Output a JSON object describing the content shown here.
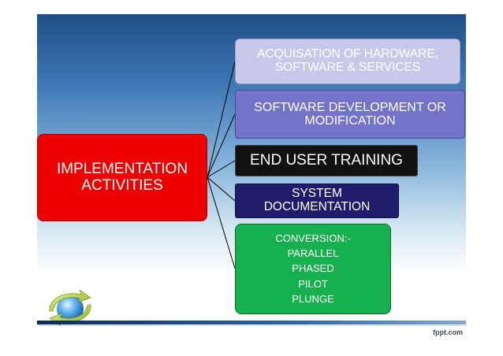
{
  "main": {
    "label": "IMPLEMENTATION ACTIVITIES"
  },
  "branches": [
    {
      "label": "ACQUISATION OF HARDWARE, SOFTWARE & SERVICES"
    },
    {
      "label": "SOFTWARE DEVELOPMENT OR MODIFICATION"
    },
    {
      "label": "END USER TRAINING"
    },
    {
      "label": "SYSTEM DOCUMENTATION"
    }
  ],
  "conversion": {
    "title": "CONVERSION:-",
    "items": [
      "PARALLEL",
      "PHASED",
      "PILOT",
      "PLUNGE"
    ]
  },
  "footer": {
    "brand": "fppt.com"
  },
  "colors": {
    "main": "#ee0000",
    "branch1": "#c8c8ea",
    "branch2": "#7373c9",
    "branch3": "#111111",
    "branch4": "#201c6c",
    "branch5": "#17b04e"
  },
  "logo_icon": "globe-arrows-icon"
}
